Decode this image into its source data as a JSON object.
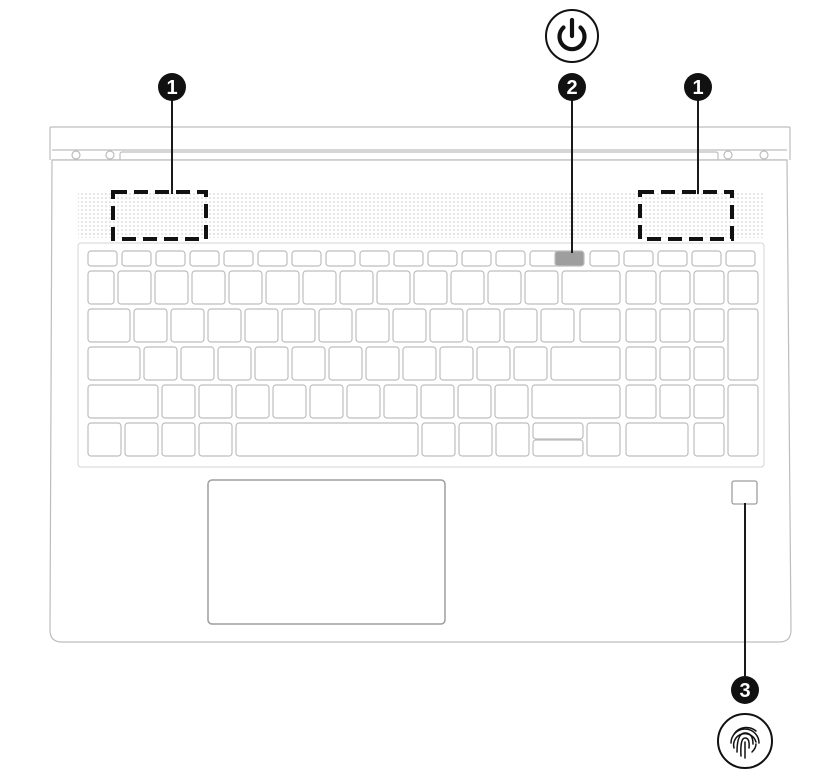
{
  "callouts": [
    {
      "number": "1"
    },
    {
      "number": "2"
    },
    {
      "number": "1"
    },
    {
      "number": "3"
    }
  ],
  "icons": {
    "power": "power-icon",
    "fingerprint": "fingerprint-icon"
  },
  "colors": {
    "line": "#1a1a1a",
    "outline": "#bdbdbd",
    "speaker": "#d9d9d9",
    "power_key": "#9e9e9e"
  }
}
